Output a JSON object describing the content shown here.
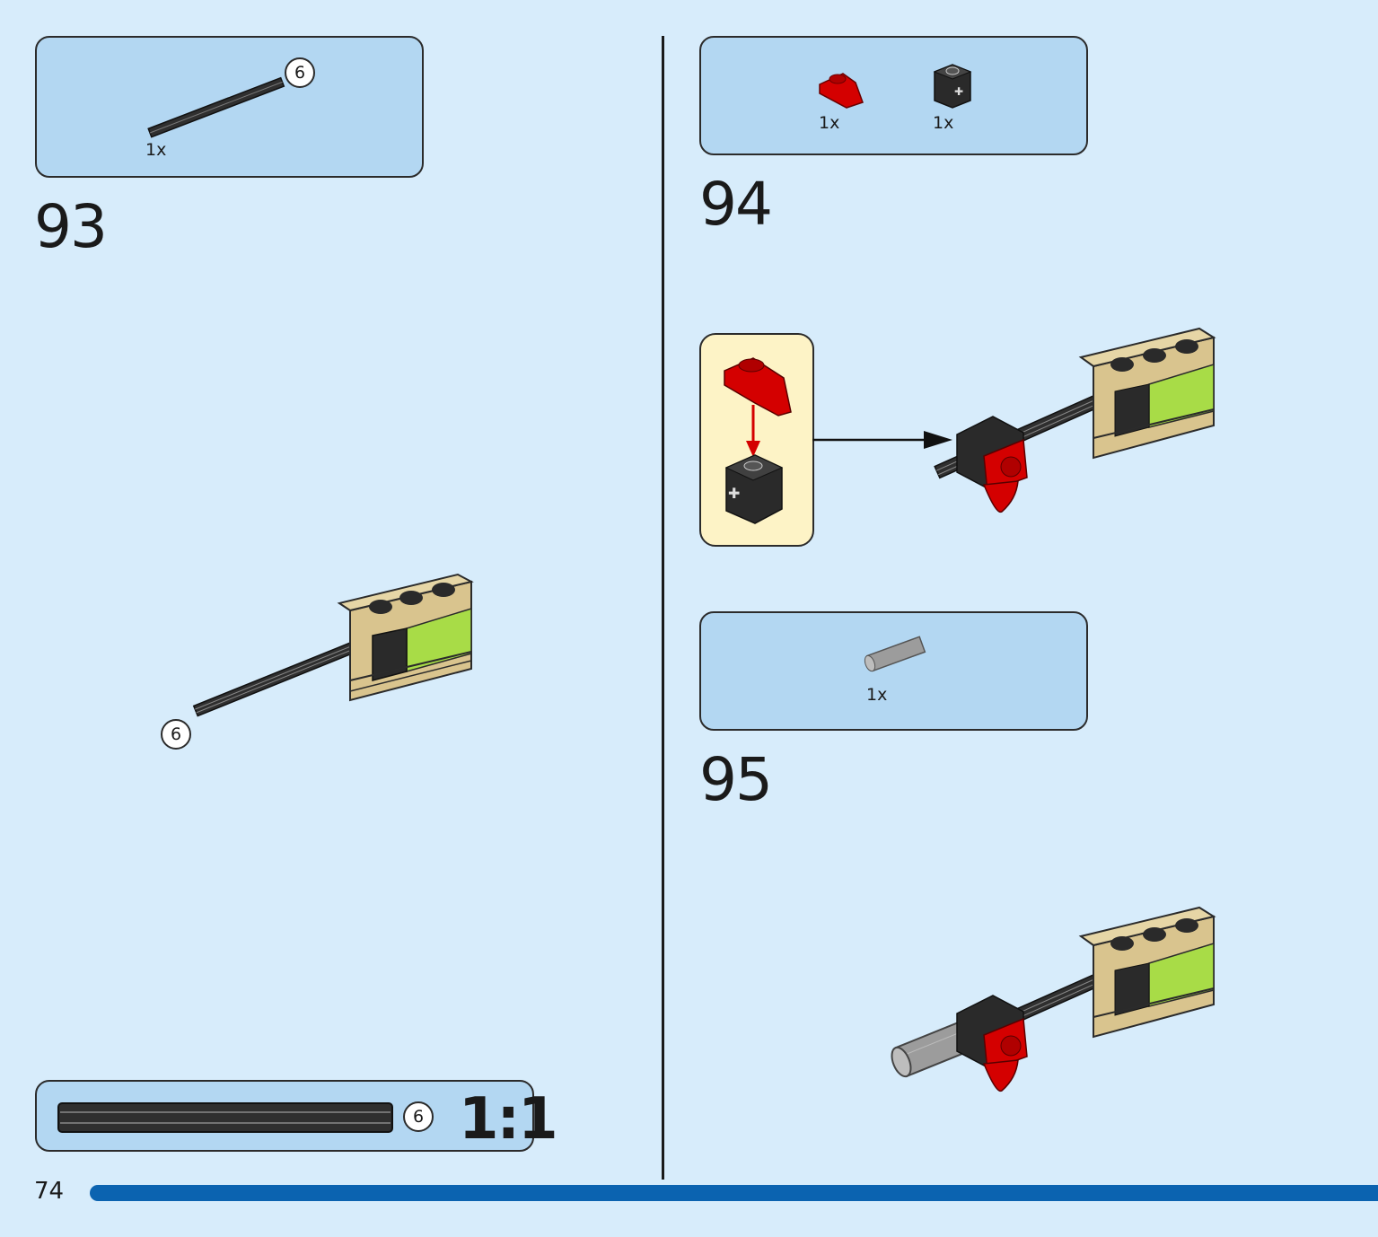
{
  "page": {
    "number": "74"
  },
  "step93": {
    "number": "93",
    "parts": [
      {
        "name": "axle-6",
        "qty": "1x",
        "callout": "6"
      }
    ],
    "model_callout": "6"
  },
  "step94": {
    "number": "94",
    "parts": [
      {
        "name": "red-tooth-plate",
        "qty": "1x"
      },
      {
        "name": "black-brick-with-axle-hole",
        "qty": "1x"
      }
    ]
  },
  "step95": {
    "number": "95",
    "parts": [
      {
        "name": "gray-axle-connector",
        "qty": "1x"
      }
    ]
  },
  "scale_box": {
    "callout": "6",
    "label": "1:1"
  },
  "colors": {
    "background": "#d7ecfb",
    "parts_box": "#b3d7f2",
    "progress_bar": "#0b63b0",
    "tan": "#d9c48e",
    "lime": "#a8dc47",
    "red": "#d40000"
  }
}
